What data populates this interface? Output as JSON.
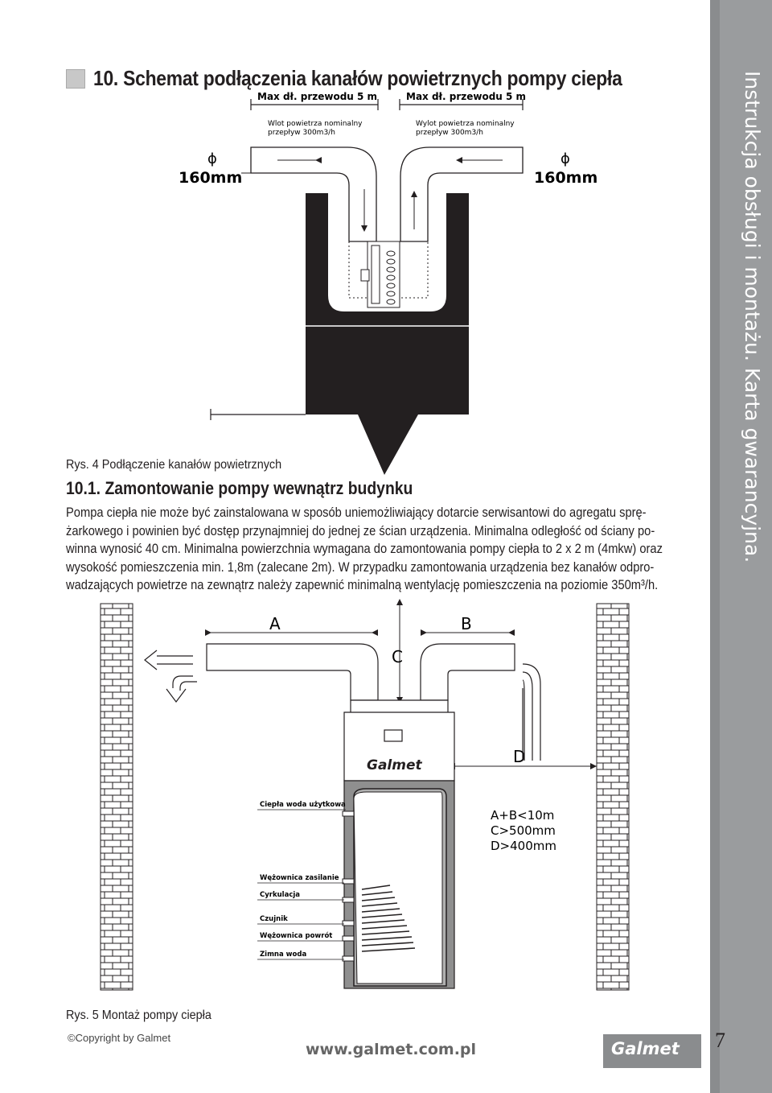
{
  "header": {
    "title": "10. Schemat podłączenia kanałów powietrznych pompy ciepła"
  },
  "diagram1": {
    "max_left": "Max dł. przewodu 5 m",
    "max_right": "Max dł. przewodu 5 m",
    "inlet_label_1": "Wlot powietrza nominalny",
    "inlet_label_2": "przepływ 300m3/h",
    "outlet_label_1": "Wylot powietrza nominalny",
    "outlet_label_2": "przepływ 300m3/h",
    "phi": "ϕ",
    "diam_left": "160mm",
    "diam_right": "160mm",
    "caption": "Rys. 4 Podłączenie kanałów powietrznych"
  },
  "section": {
    "title": "10.1. Zamontowanie pompy wewnątrz budynku",
    "lines": [
      "Pompa ciepła nie może być zainstalowana w sposób uniemożliwiający dotarcie serwisantowi do agregatu sprę-",
      "żarkowego i powinien być dostęp przynajmniej do jednej ze ścian urządzenia. Minimalna odległość od ściany po-",
      "winna wynosić 40 cm. Minimalna powierzchnia wymagana do zamontowania pompy ciepła to 2 x 2 m (4mkw) oraz",
      "wysokość pomieszczenia min. 1,8m (zalecane 2m). W przypadku zamontowania urządzenia bez kanałów odpro-",
      "wadzających powietrze na zewnątrz należy zapewnić minimalną wentylację pomieszczenia na poziomie 350m³/h."
    ]
  },
  "diagram2": {
    "label_a": "A",
    "label_b": "B",
    "label_c": "C",
    "label_d": "D",
    "brand": "Galmet",
    "cond1": "A+B<10m",
    "cond2": "C>500mm",
    "cond3": "D>400mm",
    "callouts": [
      "Ciepła woda użytkowa",
      "Wężownica zasilanie",
      "Cyrkulacja",
      "Czujnik",
      "Wężownica powrót",
      "Zimna woda"
    ],
    "caption": "Rys. 5 Montaż pompy ciepła"
  },
  "sidebar": {
    "text": "Instrukcja obsługi i montażu. Karta gwarancyjna."
  },
  "footer": {
    "copyright": "©Copyright by Galmet",
    "url": "www.galmet.com.pl",
    "logo": "Galmet",
    "page": "7"
  }
}
